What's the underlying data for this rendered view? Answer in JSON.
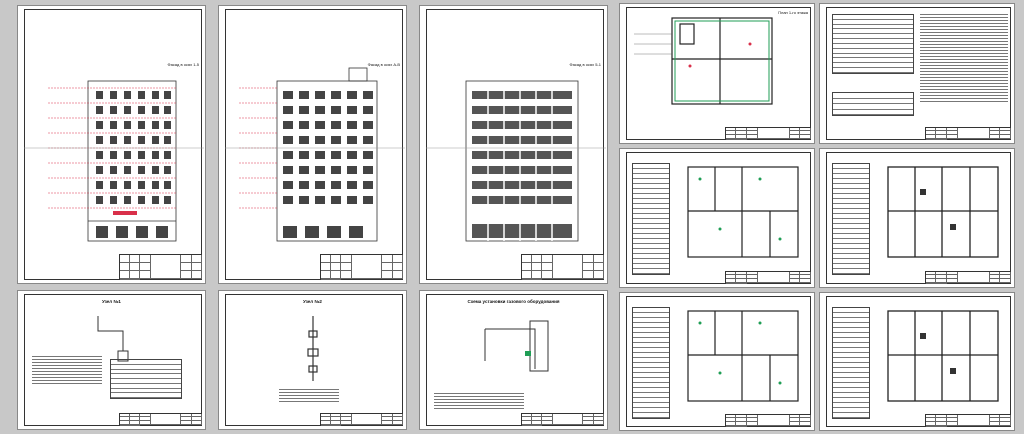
{
  "canvas": {
    "background": "#c8c8c8",
    "sheet_color": "#ffffff",
    "accent_red": "#d9304a",
    "accent_green": "#1f9e55"
  },
  "sheets": [
    {
      "id": "facade-1",
      "title": "Фасад в осях 1-5",
      "type": "facade"
    },
    {
      "id": "facade-2",
      "title": "Фасад в осях А-В",
      "type": "facade"
    },
    {
      "id": "facade-3",
      "title": "Фасад в осях 5-1",
      "type": "facade"
    },
    {
      "id": "plan-gas-1",
      "title": "План 1-го этажа",
      "type": "plan"
    },
    {
      "id": "spec-general",
      "title": "Общие данные",
      "type": "spec"
    },
    {
      "id": "unit-1",
      "title": "Узел №1",
      "type": "detail"
    },
    {
      "id": "unit-2",
      "title": "Узел №2",
      "type": "detail"
    },
    {
      "id": "scheme",
      "title": "Схема установки газового оборудования",
      "type": "detail"
    },
    {
      "id": "plan-typ-1",
      "title": "План типового этажа",
      "type": "plan"
    },
    {
      "id": "plan-typ-2",
      "title": "План типового этажа",
      "type": "plan"
    },
    {
      "id": "plan-typ-3",
      "title": "План типового этажа",
      "type": "plan"
    },
    {
      "id": "plan-typ-4",
      "title": "План типового этажа",
      "type": "plan"
    }
  ]
}
